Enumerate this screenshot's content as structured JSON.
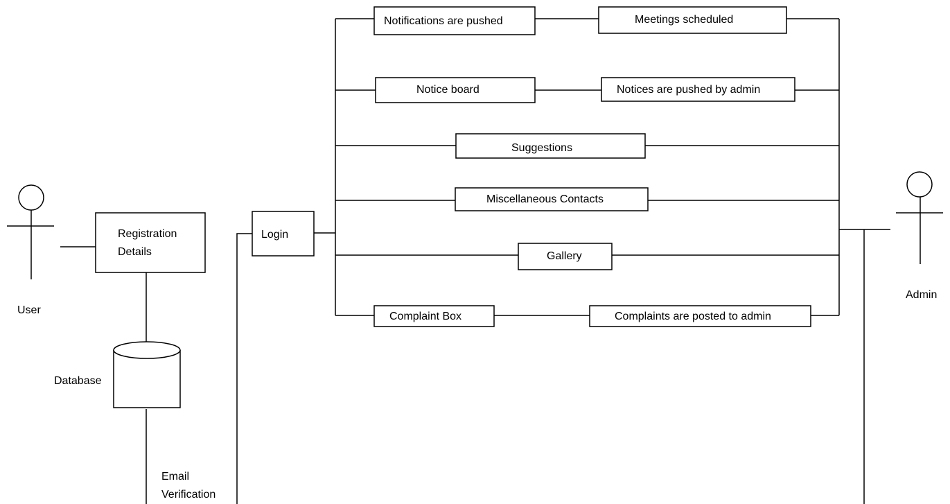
{
  "actors": {
    "user": "User",
    "admin": "Admin"
  },
  "nodes": {
    "registration_line1": "Registration",
    "registration_line2": "Details",
    "database": "Database",
    "email_line1": "Email",
    "email_line2": "Verification",
    "login": "Login",
    "notifications": "Notifications are pushed",
    "meetings": "Meetings scheduled",
    "notice_board": "Notice board",
    "notices_pushed": "Notices are pushed by admin",
    "suggestions": "Suggestions",
    "misc_contacts": "Miscellaneous Contacts",
    "gallery": "Gallery",
    "complaint_box": "Complaint Box",
    "complaints_posted": "Complaints are posted to admin"
  }
}
